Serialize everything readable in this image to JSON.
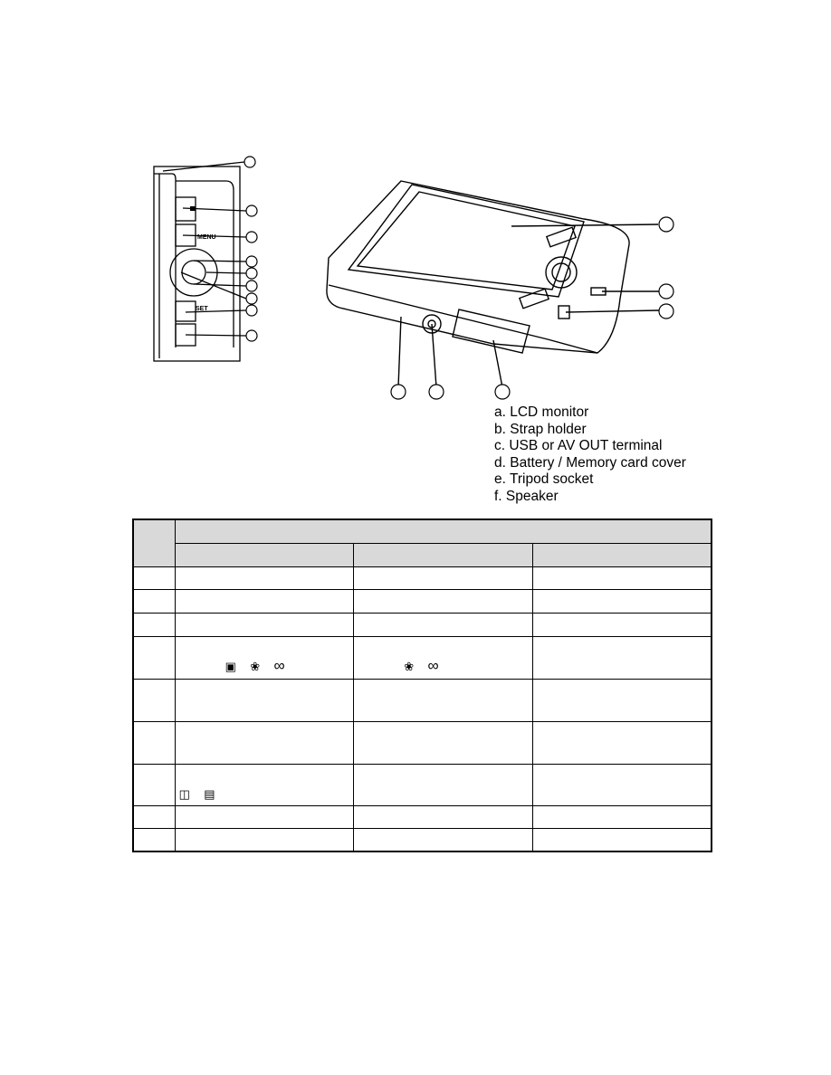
{
  "figure": {
    "callouts": [
      "",
      "",
      "",
      "",
      "",
      "",
      "",
      "",
      ""
    ],
    "buttons": {
      "menu": "MENU",
      "set": "SET"
    }
  },
  "legend": [
    "a. LCD monitor",
    "b. Strap holder",
    "c. USB or AV OUT terminal",
    "d. Battery / Memory card cover",
    "e. Tripod socket",
    "f.  Speaker"
  ],
  "table": {
    "row4_icons": [
      "face-icon",
      "macro-flower-icon",
      "infinity-icon"
    ],
    "row4_col2_icons": [
      "macro-flower-icon",
      "infinity-icon"
    ],
    "row7_icons": [
      "exposure-compensation-icon",
      "backlight-icon"
    ]
  }
}
